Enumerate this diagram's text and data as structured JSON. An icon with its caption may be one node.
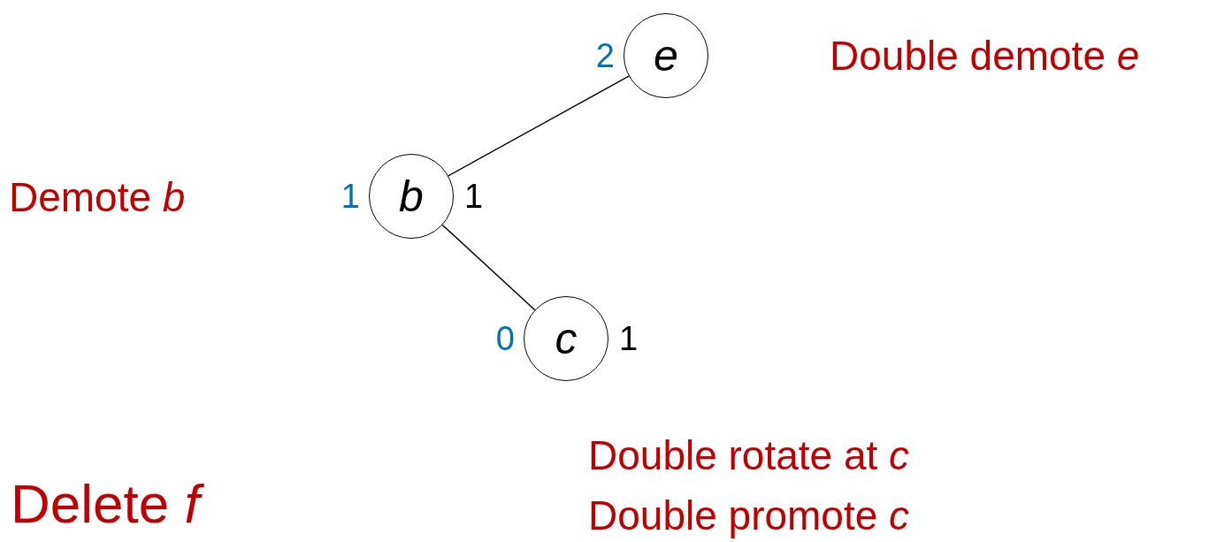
{
  "diagram": {
    "nodes": [
      {
        "text": [
          "e"
        ],
        "beside": [
          "2"
        ]
      },
      {
        "text": [
          "b"
        ],
        "beside": [
          "1",
          "1"
        ]
      },
      {
        "text": [
          "c"
        ],
        "beside": [
          "0",
          "1"
        ]
      }
    ],
    "edges": [
      {
        "from": 0,
        "to": 1,
        "arrow": "none"
      },
      {
        "from": 1,
        "to": 2,
        "arrow": "none"
      }
    ],
    "labels": [
      "Double demote *e*",
      "Demote *b*",
      "Double rotate at *c*",
      "Double promote *c*",
      "Delete *f*"
    ]
  }
}
